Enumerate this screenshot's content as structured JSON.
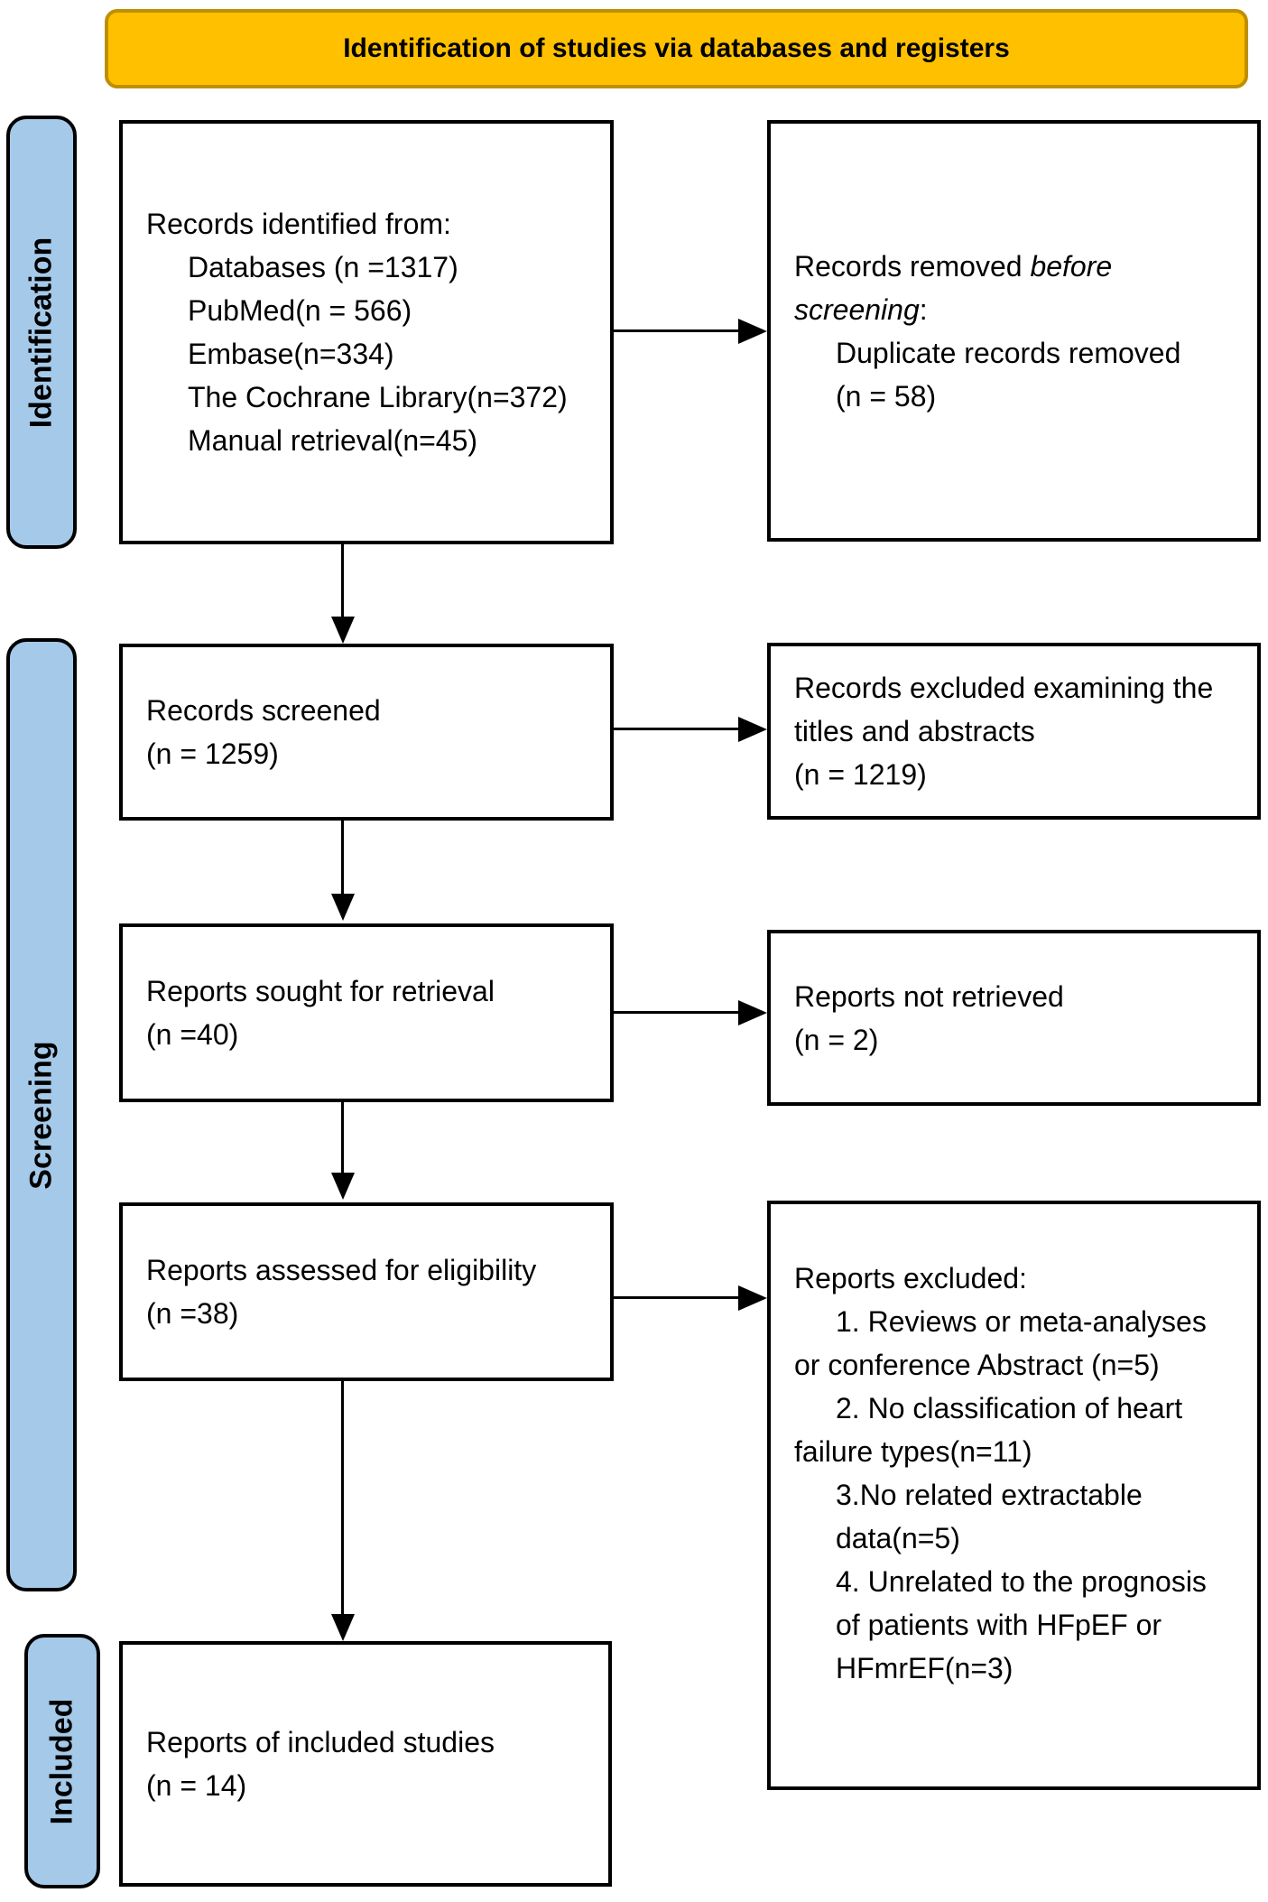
{
  "header": {
    "title": "Identification of studies via databases and registers"
  },
  "sidebar": {
    "stages": [
      {
        "label": "Identification"
      },
      {
        "label": "Screening"
      },
      {
        "label": "Included"
      }
    ]
  },
  "colors": {
    "header_fill": "#FFC000",
    "header_border": "#BE8F00",
    "stage_fill": "#A5C9E9",
    "stage_border": "#000000",
    "box_border": "#000000",
    "arrow": "#000000",
    "text": "#000000"
  },
  "boxes": {
    "records_identified": {
      "lines": [
        {
          "segs": [
            {
              "text": "Records identified from:"
            }
          ]
        },
        {
          "indent": true,
          "segs": [
            {
              "text": "Databases (n =1317)"
            }
          ]
        },
        {
          "indent": true,
          "segs": [
            {
              "text": "PubMed(n = 566)"
            }
          ]
        },
        {
          "indent": true,
          "segs": [
            {
              "text": "Embase(n=334)"
            }
          ]
        },
        {
          "indent": true,
          "segs": [
            {
              "text": "The Cochrane Library(n=372)"
            }
          ]
        },
        {
          "indent": true,
          "segs": [
            {
              "text": "Manual retrieval(n=45)"
            }
          ]
        }
      ]
    },
    "records_removed": {
      "lines": [
        {
          "segs": [
            {
              "text": "Records removed "
            },
            {
              "text": "before",
              "italic": true
            }
          ]
        },
        {
          "segs": [
            {
              "text": "screening",
              "italic": true
            },
            {
              "text": ":"
            }
          ]
        },
        {
          "indent": true,
          "segs": [
            {
              "text": "Duplicate records removed"
            }
          ]
        },
        {
          "indent": true,
          "segs": [
            {
              "text": "(n = 58)"
            }
          ]
        }
      ]
    },
    "records_screened": {
      "lines": [
        {
          "segs": [
            {
              "text": "Records screened"
            }
          ]
        },
        {
          "segs": [
            {
              "text": "(n = 1259)"
            }
          ]
        }
      ]
    },
    "records_excluded": {
      "lines": [
        {
          "segs": [
            {
              "text": "Records excluded examining the"
            }
          ]
        },
        {
          "segs": [
            {
              "text": "titles and abstracts"
            }
          ]
        },
        {
          "segs": [
            {
              "text": "(n = 1219)"
            }
          ]
        }
      ]
    },
    "reports_sought": {
      "lines": [
        {
          "segs": [
            {
              "text": "Reports sought for retrieval"
            }
          ]
        },
        {
          "segs": [
            {
              "text": "(n =40)"
            }
          ]
        }
      ]
    },
    "reports_not_retrieved": {
      "lines": [
        {
          "segs": [
            {
              "text": "Reports not retrieved"
            }
          ]
        },
        {
          "segs": [
            {
              "text": "(n = 2)"
            }
          ]
        }
      ]
    },
    "reports_assessed": {
      "lines": [
        {
          "segs": [
            {
              "text": "Reports assessed for eligibility"
            }
          ]
        },
        {
          "segs": [
            {
              "text": "(n =38)"
            }
          ]
        }
      ]
    },
    "reports_excluded": {
      "lines": [
        {
          "segs": [
            {
              "text": "Reports excluded:"
            }
          ]
        },
        {
          "indent": true,
          "segs": [
            {
              "text": "1. Reviews or meta-analyses"
            }
          ]
        },
        {
          "segs": [
            {
              "text": "or conference Abstract (n=5)"
            }
          ]
        },
        {
          "indent": true,
          "segs": [
            {
              "text": "2. No classification of heart"
            }
          ]
        },
        {
          "segs": [
            {
              "text": "failure types(n=11)"
            }
          ]
        },
        {
          "indent": true,
          "segs": [
            {
              "text": "3.No related extractable"
            }
          ]
        },
        {
          "indent": true,
          "segs": [
            {
              "text": "data(n=5)"
            }
          ]
        },
        {
          "indent": true,
          "segs": [
            {
              "text": "4. Unrelated to the prognosis"
            }
          ]
        },
        {
          "indent": true,
          "segs": [
            {
              "text": "of patients with HFpEF or"
            }
          ]
        },
        {
          "indent": true,
          "segs": [
            {
              "text": "HFmrEF(n=3)"
            }
          ]
        }
      ]
    },
    "reports_included": {
      "lines": [
        {
          "segs": [
            {
              "text": "Reports of included studies"
            }
          ]
        },
        {
          "segs": [
            {
              "text": "(n = 14)"
            }
          ]
        }
      ]
    }
  }
}
